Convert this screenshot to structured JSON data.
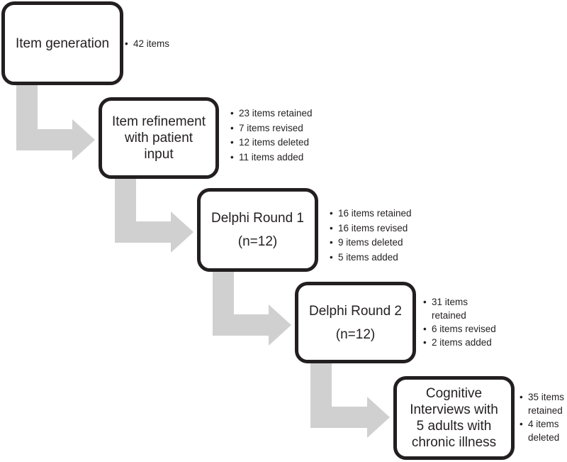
{
  "stages": [
    {
      "title": "Item generation",
      "subtitle": "",
      "bullets": [
        "42 items"
      ]
    },
    {
      "title": "Item refinement\nwith patient\ninput",
      "subtitle": "",
      "bullets": [
        "23 items retained",
        "7 items revised",
        "12 items deleted",
        "11 items added"
      ]
    },
    {
      "title": "Delphi Round 1",
      "subtitle": "(n=12)",
      "bullets": [
        "16 items retained",
        "16 items revised",
        "9 items deleted",
        "5 items added"
      ]
    },
    {
      "title": "Delphi Round 2",
      "subtitle": "(n=12)",
      "bullets": [
        "31 items\nretained",
        "6 items revised",
        "2 items added"
      ]
    },
    {
      "title": "Cognitive\nInterviews with\n5 adults with\nchronic illness",
      "subtitle": "",
      "bullets": [
        "35 items\nretained",
        "4 items\ndeleted"
      ]
    }
  ],
  "colors": {
    "border": "#231f20",
    "arrow": "#d0d0d0",
    "text": "#231f20"
  }
}
